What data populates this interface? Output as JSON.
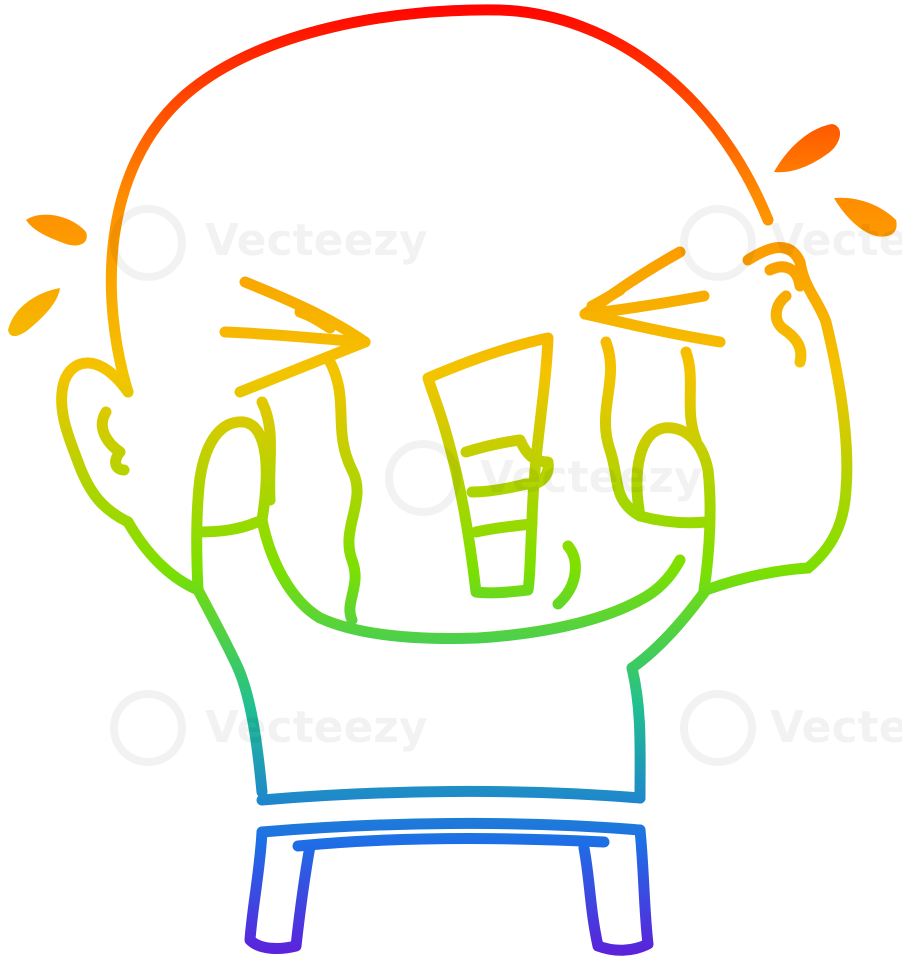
{
  "image": {
    "subject": "crying-bald-man-cartoon",
    "style": "rainbow-gradient-line-drawing",
    "background": "#ffffff",
    "colors": {
      "gradient_top": "#ff0000",
      "gradient_upper": "#ff8c00",
      "gradient_mid_upper": "#f4c400",
      "gradient_middle": "#7de000",
      "gradient_mid_lower": "#20c090",
      "gradient_lower": "#1e6ee6",
      "gradient_bottom": "#6a10d8"
    }
  },
  "watermark": {
    "text": "Vecteezy"
  }
}
